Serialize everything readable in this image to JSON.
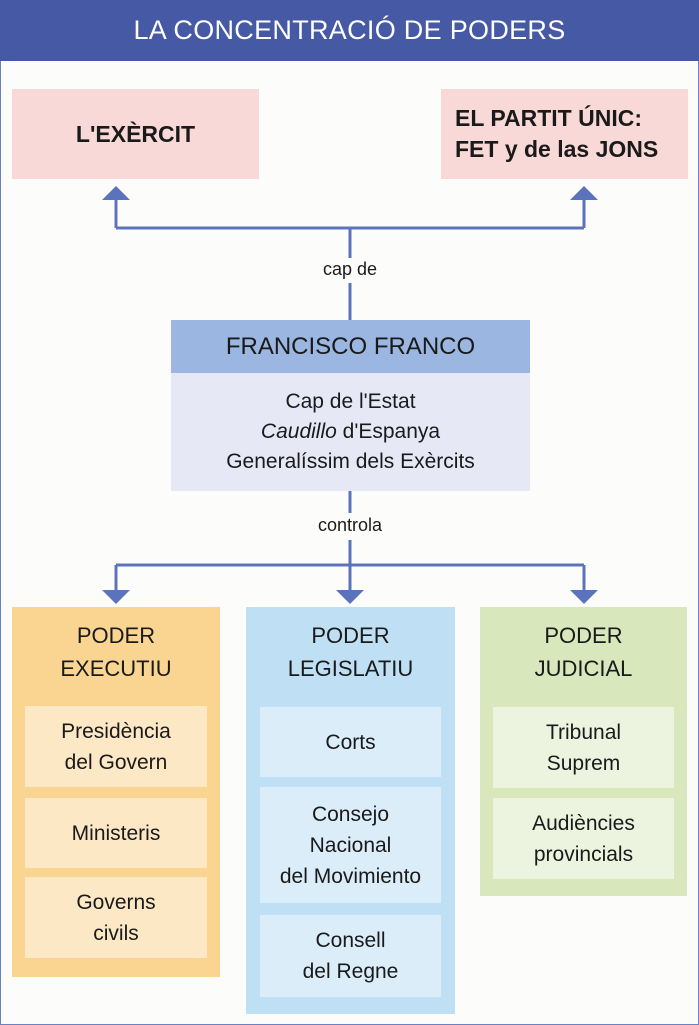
{
  "title": "LA CONCENTRACIÓ DE PODERS",
  "top_boxes": {
    "army": "L'EXÈRCIT",
    "party_line1": "EL PARTIT ÚNIC:",
    "party_line2": "FET y de las JONS"
  },
  "connector_labels": {
    "head_of": "cap de",
    "controls": "controla"
  },
  "franco": {
    "name": "FRANCISCO FRANCO",
    "role1": "Cap de l'Estat",
    "role2_italic": "Caudillo",
    "role2_rest": " d'Espanya",
    "role3": "Generalíssim dels Exèrcits"
  },
  "powers": [
    {
      "title1": "PODER",
      "title2": "EXECUTIU",
      "items": [
        {
          "l1": "Presidència",
          "l2": "del Govern"
        },
        {
          "l1": "Ministeris"
        },
        {
          "l1": "Governs",
          "l2": "civils"
        }
      ]
    },
    {
      "title1": "PODER",
      "title2": "LEGISLATIU",
      "items": [
        {
          "l1": "Corts"
        },
        {
          "l1": "Consejo",
          "l2": "Nacional",
          "l3": "del Movimiento"
        },
        {
          "l1": "Consell",
          "l2": "del Regne"
        }
      ]
    },
    {
      "title1": "PODER",
      "title2": "JUDICIAL",
      "items": [
        {
          "l1": "Tribunal",
          "l2": "Suprem"
        },
        {
          "l1": "Audiències",
          "l2": "provincials"
        }
      ]
    }
  ],
  "colors": {
    "title_bar": "#4659a5",
    "arrow": "#5b73bd",
    "pink": "#f9d9d7",
    "franco_head": "#9bb6e0",
    "executive": "#fad591",
    "legislative": "#bfe0f4",
    "judicial": "#d8e8bc"
  }
}
